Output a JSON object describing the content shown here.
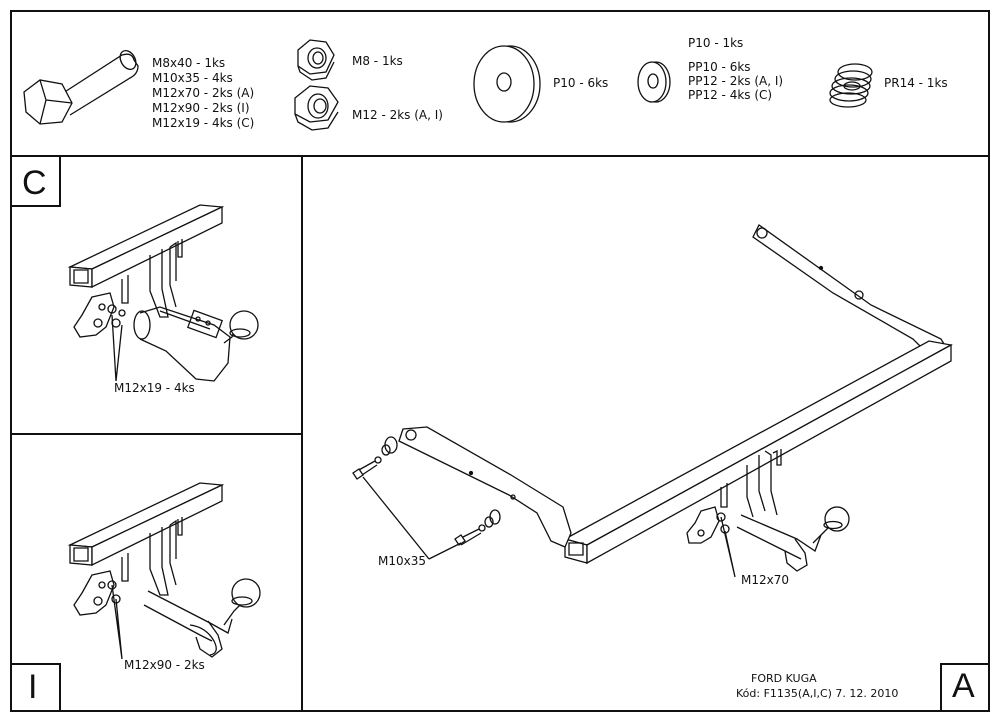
{
  "parts": {
    "bolts": [
      "M8x40 - 1ks",
      "M10x35 - 4ks",
      "M12x70 - 2ks (A)",
      "M12x90 - 2ks (I)",
      "M12x19 - 4ks (C)"
    ],
    "nut_m8": "M8 - 1ks",
    "nut_m12": "M12 - 2ks (A, I)",
    "washer_large": "P10 - 6ks",
    "washer_small_top": "P10 - 1ks",
    "washer_small": [
      "PP10 - 6ks",
      "PP12 - 2ks (A, I)",
      "PP12 - 4ks (C)"
    ],
    "spring_washer": "PR14 - 1ks"
  },
  "panel_c": {
    "letter": "C",
    "callout": "M12x19 - 4ks"
  },
  "panel_i": {
    "letter": "I",
    "callout": "M12x90 - 2ks"
  },
  "panel_a": {
    "letter": "A",
    "callout_left": "M10x35",
    "callout_right": "M12x70",
    "title": "FORD KUGA",
    "code": "Kód: F1135(A,I,C)  7. 12. 2010"
  }
}
